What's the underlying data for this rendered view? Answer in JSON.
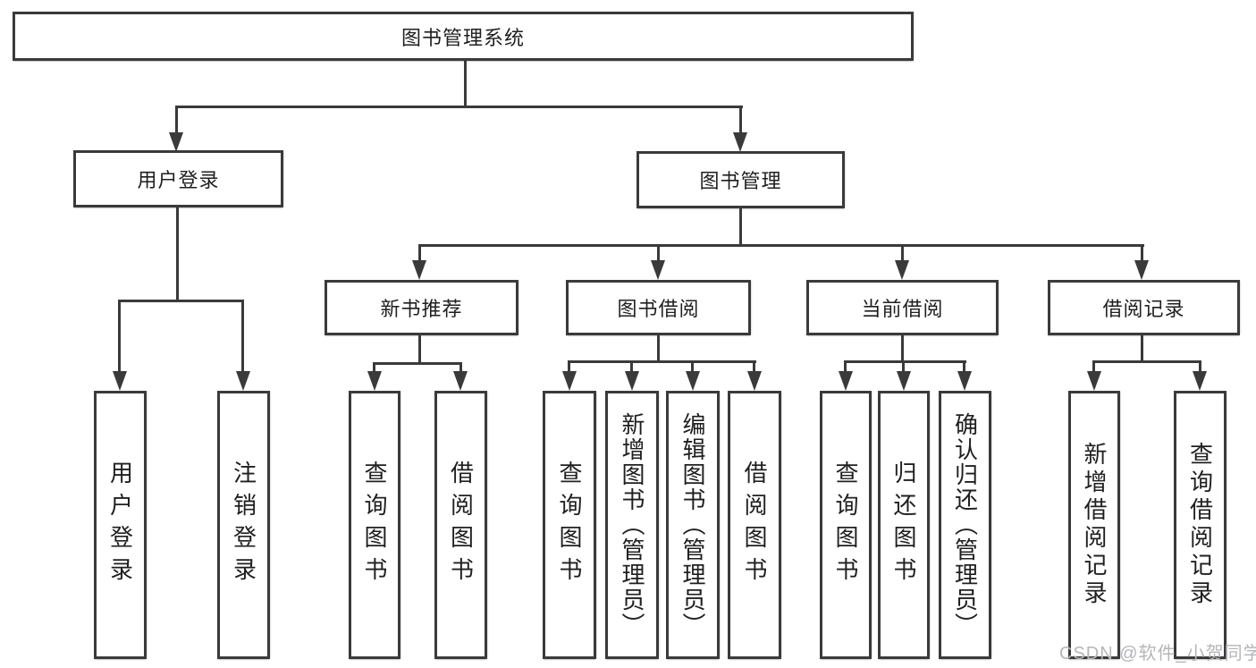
{
  "nodes": {
    "root": "图书管理系统",
    "l2": [
      "用户登录",
      "图书管理"
    ],
    "l3": [
      "新书推荐",
      "图书借阅",
      "当前借阅",
      "借阅记录"
    ],
    "leaves": {
      "login": [
        "用户登录",
        "注销登录"
      ],
      "recommend": [
        "查询图书",
        "借阅图书"
      ],
      "borrow": [
        "查询图书",
        "新增图书（管理员）",
        "编辑图书（管理员）",
        "借阅图书"
      ],
      "current": [
        "查询图书",
        "归还图书",
        "确认归还（管理员）"
      ],
      "records": [
        "新增借阅记录",
        "查询借阅记录"
      ]
    }
  },
  "watermark": "CSDN @软件_小贺同学",
  "colors": {
    "line": "#3a3a3a",
    "text": "#1f1f1f",
    "watermark": "#b4b6b9",
    "background": "#ffffff"
  }
}
